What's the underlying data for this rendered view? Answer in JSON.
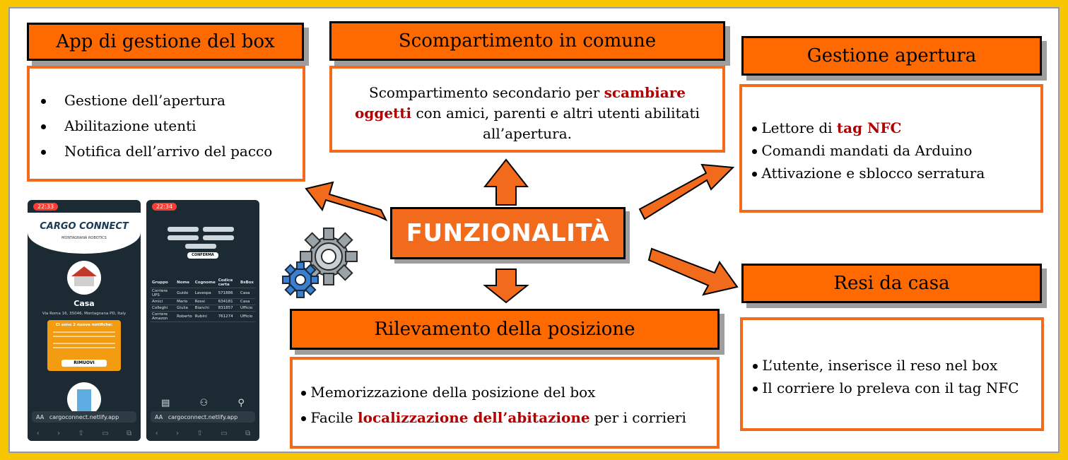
{
  "diagram": {
    "center_label": "FUNZIONALITÀ",
    "app": {
      "title": "App di gestione del box",
      "items": [
        "Gestione dell’apertura",
        "Abilitazione utenti",
        "Notifica dell’arrivo del pacco"
      ]
    },
    "scomparto": {
      "title": "Scompartimento in comune",
      "text_a": "Scompartimento secondario per ",
      "text_bold": "scambiare oggetti",
      "text_b": " con amici, parenti e altri utenti abilitati all’apertura."
    },
    "apertura": {
      "title": "Gestione apertura",
      "item1_a": "Lettore di ",
      "item1_bold": "tag NFC",
      "item2": "Comandi mandati da Arduino",
      "item3": "Attivazione e sblocco serratura"
    },
    "resi": {
      "title": "Resi da casa",
      "items": [
        "L’utente, inserisce il reso nel box",
        "Il corriere lo preleva con il tag NFC"
      ]
    },
    "posizione": {
      "title": "Rilevamento della posizione",
      "item1": "Memorizzazione della posizione del box",
      "item2_a": "Facile ",
      "item2_bold": "localizzazione dell’abitazione",
      "item2_b": " per i corrieri"
    }
  },
  "phones": {
    "left": {
      "time": "22:33",
      "logo": "CARGO CONNECT",
      "sublogo": "MONTAGNANA ROBOTICS",
      "place": "Casa",
      "address": "Via Roma 16, 35046, Montagnana PD, Italy",
      "notif_title": "Ci sono 2 nuove notifiche:",
      "notif_button": "RIMUOVI",
      "url": "cargoconnect.netlify.app",
      "aa": "AA"
    },
    "right": {
      "time": "22:34",
      "confirm": "CONFERMA",
      "url": "cargoconnect.netlify.app",
      "aa": "AA",
      "table_headers": [
        "Gruppo",
        "Nome",
        "Cognome",
        "Codice carta",
        "BsBox"
      ],
      "rows": [
        [
          "Corriere UPS",
          "Guido",
          "Lavespa",
          "571886",
          "Casa"
        ],
        [
          "Amici",
          "Mario",
          "Rossi",
          "634181",
          "Casa"
        ],
        [
          "Colleghi",
          "Giulia",
          "Bianchi",
          "831857",
          "Ufficio"
        ],
        [
          "Corriere Amazon",
          "Roberto",
          "Rubini",
          "761274",
          "Ufficio"
        ]
      ]
    }
  },
  "colors": {
    "accent": "#f26b1d",
    "frame": "#f7c600"
  }
}
